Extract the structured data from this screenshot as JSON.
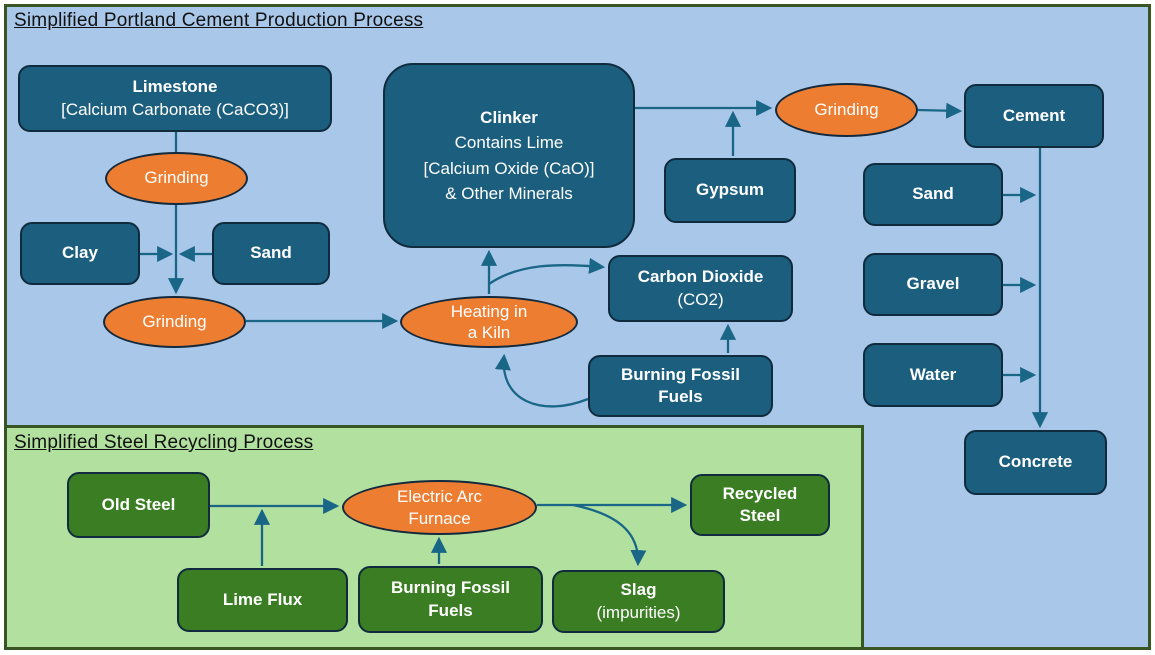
{
  "colors": {
    "page_bg": "#FFFFFF",
    "panel_border": "#375623",
    "cement_panel_bg": "#A9C7E9",
    "steel_panel_bg": "#B2E09E",
    "teal_node_fill": "#1B5E7E",
    "green_node_fill": "#3A7D23",
    "node_border": "#102B3D",
    "process_ellipse_fill": "#ED7D31",
    "arrow": "#196687",
    "node_text": "#FFFFFF",
    "title_text": "#111111"
  },
  "cement": {
    "title": "Simplified Portland Cement Production Process",
    "limestone_title": "Limestone",
    "limestone_sub": "[Calcium Carbonate (CaCO3)]",
    "grinding_top": "Grinding",
    "clay": "Clay",
    "sand_feed": "Sand",
    "grinding_mid": "Grinding",
    "clinker_title": "Clinker",
    "clinker_line2": "Contains Lime",
    "clinker_line3": "[Calcium Oxide (CaO)]",
    "clinker_line4": "& Other Minerals",
    "heating_line1": "Heating in",
    "heating_line2": "a Kiln",
    "gypsum": "Gypsum",
    "co2_title": "Carbon Dioxide",
    "co2_sub": "(CO2)",
    "bff_line1": "Burning Fossil",
    "bff_line2": "Fuels",
    "grinding_right": "Grinding",
    "cement_product": "Cement",
    "sand_aggregate": "Sand",
    "gravel": "Gravel",
    "water": "Water",
    "concrete": "Concrete"
  },
  "steel": {
    "title": "Simplified Steel Recycling Process",
    "old_steel": "Old Steel",
    "lime_flux": "Lime Flux",
    "eaf_line1": "Electric Arc",
    "eaf_line2": "Furnace",
    "bff_line1": "Burning Fossil",
    "bff_line2": "Fuels",
    "slag_title": "Slag",
    "slag_sub": "(impurities)",
    "recycled_line1": "Recycled",
    "recycled_line2": "Steel"
  }
}
